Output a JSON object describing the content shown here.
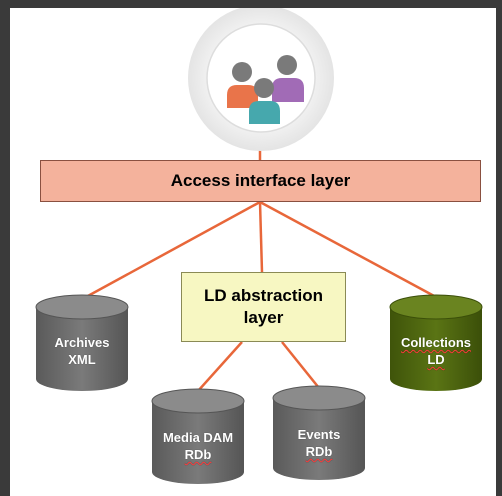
{
  "access_layer": {
    "label": "Access interface layer"
  },
  "ld_layer": {
    "label_line1": "LD abstraction",
    "label_line2": "layer"
  },
  "archives": {
    "line1": "Archives",
    "line2": "XML"
  },
  "collections": {
    "line1": "Collections",
    "line2": "LD"
  },
  "media": {
    "line1": "Media DAM",
    "line2": "RDb"
  },
  "events": {
    "line1": "Events",
    "line2": "RDb"
  },
  "users_icon": "users-group-icon",
  "colors": {
    "connector": "#e8673a",
    "access_fill": "#f4b29c",
    "ld_fill": "#f7f7c2",
    "cylinder_gray": "#6b6b6b",
    "cylinder_green": "#4e6510",
    "person_orange": "#e9744a",
    "person_purple": "#a16bb6",
    "person_teal": "#46a8ad"
  }
}
